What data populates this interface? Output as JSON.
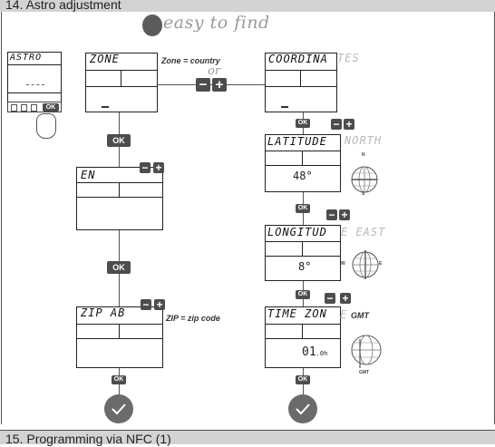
{
  "header": {
    "title": "14. Astro adjustment"
  },
  "footer": {
    "title": "15. Programming via NFC (1)"
  },
  "banner": {
    "text": "easy to find"
  },
  "device": {
    "label": "ASTRO",
    "button": "OK"
  },
  "screens": {
    "zone": "ZONE",
    "en": "EN",
    "zip": "ZIP AB",
    "coordinates": {
      "visible": "COORDINA",
      "ghost": "TES"
    },
    "latitude": {
      "visible": "LATITUDE",
      "ghost": "NORTH",
      "value": "48°"
    },
    "longitude": {
      "visible": "LONGITUD",
      "ghost": "E EAST",
      "value": "8°"
    },
    "timezone": {
      "visible": "TIME ZON",
      "ghost": "E",
      "value": "01",
      "unit": ".0h"
    }
  },
  "notes": {
    "zone": "Zone = country",
    "or": "or",
    "zip": "ZIP = zip code",
    "gmt": "GMT"
  },
  "buttons": {
    "ok": "OK",
    "minus": "−",
    "plus": "+"
  },
  "compass": {
    "n": "N",
    "s": "S",
    "w": "W",
    "e": "E",
    "gmt": "GMT"
  }
}
